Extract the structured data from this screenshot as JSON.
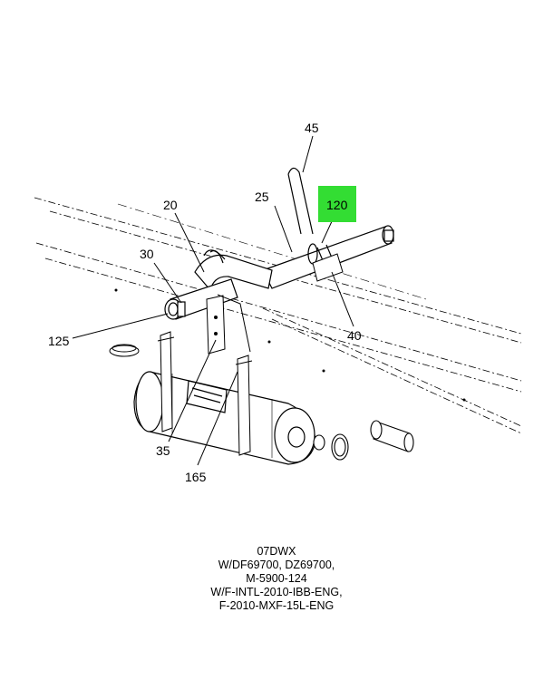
{
  "callouts": {
    "c45": "45",
    "c120": "120",
    "c20": "20",
    "c25": "25",
    "c30": "30",
    "c125": "125",
    "c40": "40",
    "c35": "35",
    "c165": "165"
  },
  "caption": {
    "line1": "07DWX",
    "line2": "W/DF69700, DZ69700,",
    "line3": "M-5900-124",
    "line4": "W/F-INTL-2010-IBB-ENG,",
    "line5": "F-2010-MXF-15L-ENG"
  },
  "colors": {
    "highlight": "#33dd33",
    "line": "#000000"
  }
}
